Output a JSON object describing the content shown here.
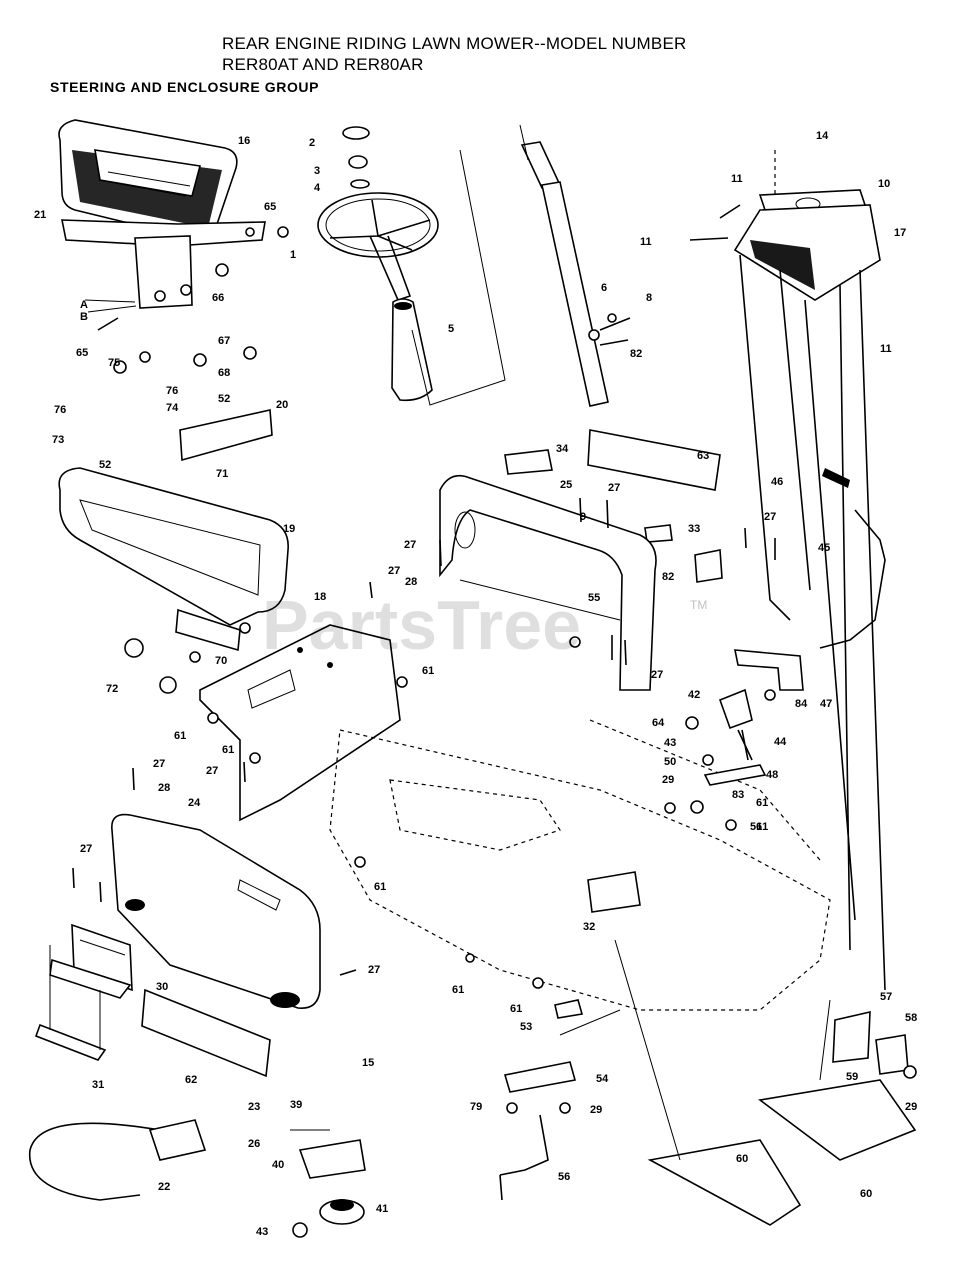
{
  "title": {
    "line1": "REAR ENGINE RIDING LAWN MOWER--MODEL NUMBER",
    "line2": "RER80AT AND RER80AR"
  },
  "group_title": "STEERING AND ENCLOSURE GROUP",
  "watermark": {
    "text": "PartsTree",
    "tm": "TM"
  },
  "callouts": [
    "16",
    "2",
    "3",
    "4",
    "65",
    "21",
    "1",
    "66",
    "A",
    "B",
    "5",
    "65",
    "67",
    "75",
    "68",
    "76",
    "76",
    "74",
    "52",
    "73",
    "52",
    "20",
    "71",
    "14",
    "11",
    "10",
    "17",
    "11",
    "6",
    "8",
    "82",
    "11",
    "34",
    "63",
    "46",
    "45",
    "25",
    "27",
    "27",
    "33",
    "27",
    "27",
    "28",
    "9",
    "82",
    "19",
    "18",
    "55",
    "61",
    "27",
    "70",
    "72",
    "42",
    "47",
    "84",
    "64",
    "44",
    "43",
    "50",
    "48",
    "61",
    "61",
    "27",
    "61",
    "29",
    "83",
    "61",
    "27",
    "28",
    "24",
    "51",
    "61",
    "27",
    "32",
    "30",
    "27",
    "61",
    "61",
    "53",
    "57",
    "58",
    "59",
    "29",
    "54",
    "79",
    "29",
    "31",
    "62",
    "15",
    "39",
    "23",
    "26",
    "40",
    "56",
    "60",
    "60",
    "22",
    "41",
    "43"
  ]
}
